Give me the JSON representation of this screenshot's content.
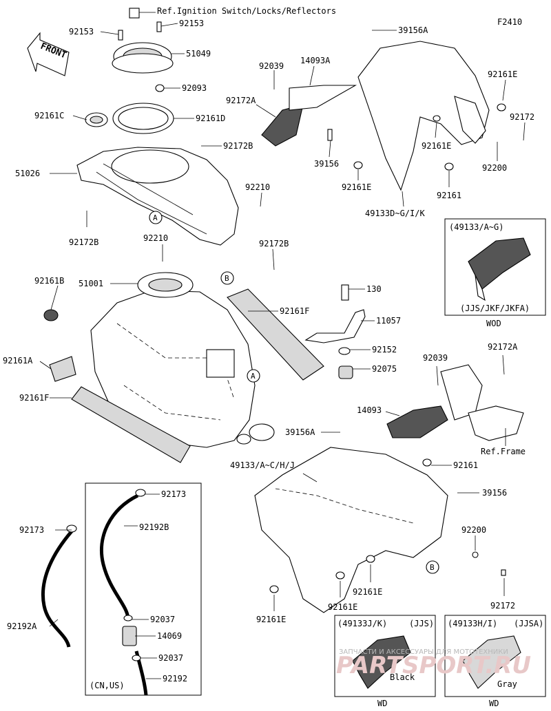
{
  "figure_code": "F2410",
  "front_label": "FRONT",
  "callouts": {
    "ref_ignition": "Ref.Ignition Switch/Locks/Reflectors",
    "p92153_a": "92153",
    "p92153_b": "92153",
    "p51049": "51049",
    "p92093": "92093",
    "p92161C": "92161C",
    "p92161D": "92161D",
    "p92172B_a": "92172B",
    "p51026": "51026",
    "p92210_a": "92210",
    "p92172B_b": "92172B",
    "p92210_b": "92210",
    "p92172B_c": "92172B",
    "p51001": "51001",
    "p92161B": "92161B",
    "p92161F_a": "92161F",
    "p92161A": "92161A",
    "p92161F_b": "92161F",
    "p39156A_a": "39156A",
    "p92039_a": "92039",
    "p14093A": "14093A",
    "p92172A_a": "92172A",
    "p92161E_a": "92161E",
    "p92172_a": "92172",
    "p39156_a": "39156",
    "p92161E_b": "92161E",
    "p92200_a": "92200",
    "p92161E_c": "92161E",
    "p92161_a": "92161",
    "p49133DGIK": "49133D~G/I/K",
    "p130": "130",
    "p11057": "11057",
    "p92152": "92152",
    "p92075": "92075",
    "p92039_b": "92039",
    "p92172A_b": "92172A",
    "p14093": "14093",
    "ref_frame": "Ref.Frame",
    "p39156A_b": "39156A",
    "p49133ACHJ": "49133/A~C/H/J",
    "p92161_b": "92161",
    "p39156_b": "39156",
    "p92200_b": "92200",
    "p92161E_d": "92161E",
    "p92161E_e": "92161E",
    "p92161E_f": "92161E",
    "p92172_b": "92172",
    "p92173_a": "92173",
    "p92192B": "92192B",
    "p92173_b": "92173",
    "p92192A": "92192A",
    "p92037_a": "92037",
    "p14069": "14069",
    "p92037_b": "92037",
    "p92192": "92192",
    "cn_us": "(CN,US)",
    "circle_a": "A",
    "circle_b": "B"
  },
  "insets": [
    {
      "header": "(49133/A~G)",
      "sub": "(JJS/JKF/JKFA)",
      "tag": "WOD",
      "color_label": ""
    },
    {
      "header": "(49133J/K)",
      "sub": "(JJS)",
      "tag": "WD",
      "color_label": "Black"
    },
    {
      "header": "(49133H/I)",
      "sub": "(JJSA)",
      "tag": "WD",
      "color_label": "Gray"
    }
  ],
  "watermark": {
    "line1": "ЗАПЧАСТИ И АКСЕССУАРЫ ДЛЯ МОТОТЕХНИКИ",
    "line2": "PARTSPORT.RU"
  }
}
